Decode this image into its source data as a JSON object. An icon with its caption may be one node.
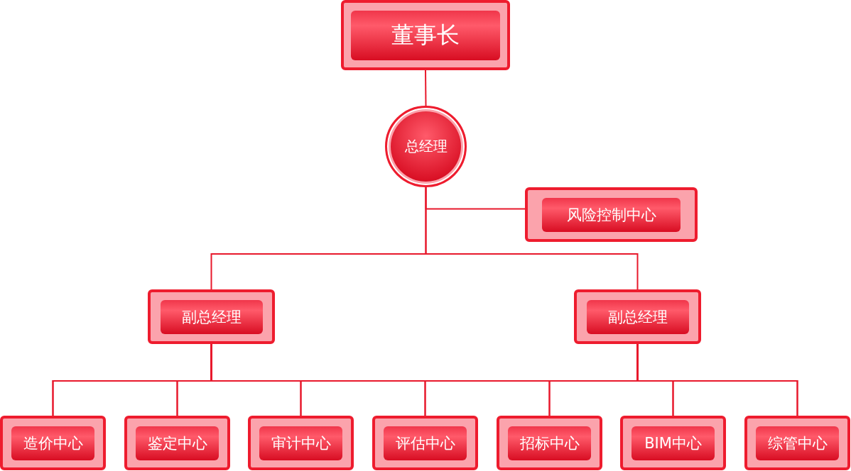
{
  "diagram": {
    "nodes": [
      {
        "text": [
          "董事长"
        ]
      },
      {
        "text": [
          "总经理"
        ]
      },
      {
        "text": [
          "风险控制中心"
        ]
      },
      {
        "text": [
          "副总经理"
        ]
      },
      {
        "text": [
          "副总经理"
        ]
      },
      {
        "text": [
          "造价中心"
        ]
      },
      {
        "text": [
          "鉴定中心"
        ]
      },
      {
        "text": [
          "审计中心"
        ]
      },
      {
        "text": [
          "评估中心"
        ]
      },
      {
        "text": [
          "招标中心"
        ]
      },
      {
        "text": [
          "BIM中心"
        ]
      },
      {
        "text": [
          "综管中心"
        ]
      }
    ],
    "edges": [
      {
        "from": 0,
        "to": 1,
        "arrow": "none"
      },
      {
        "from": 1,
        "to": 2,
        "arrow": "none"
      },
      {
        "from": 1,
        "to": 3,
        "arrow": "none"
      },
      {
        "from": 1,
        "to": 4,
        "arrow": "none"
      },
      {
        "from": 3,
        "to": 5,
        "arrow": "none"
      },
      {
        "from": 3,
        "to": 6,
        "arrow": "none"
      },
      {
        "from": 3,
        "to": 7,
        "arrow": "none"
      },
      {
        "from": 3,
        "to": 8,
        "arrow": "none"
      },
      {
        "from": 3,
        "to": 9,
        "arrow": "none"
      },
      {
        "from": 3,
        "to": 10,
        "arrow": "none"
      },
      {
        "from": 3,
        "to": 11,
        "arrow": "none"
      },
      {
        "from": 4,
        "to": 5,
        "arrow": "none"
      },
      {
        "from": 4,
        "to": 6,
        "arrow": "none"
      },
      {
        "from": 4,
        "to": 7,
        "arrow": "none"
      },
      {
        "from": 4,
        "to": 8,
        "arrow": "none"
      },
      {
        "from": 4,
        "to": 9,
        "arrow": "none"
      },
      {
        "from": 4,
        "to": 10,
        "arrow": "none"
      },
      {
        "from": 4,
        "to": 11,
        "arrow": "none"
      }
    ]
  }
}
